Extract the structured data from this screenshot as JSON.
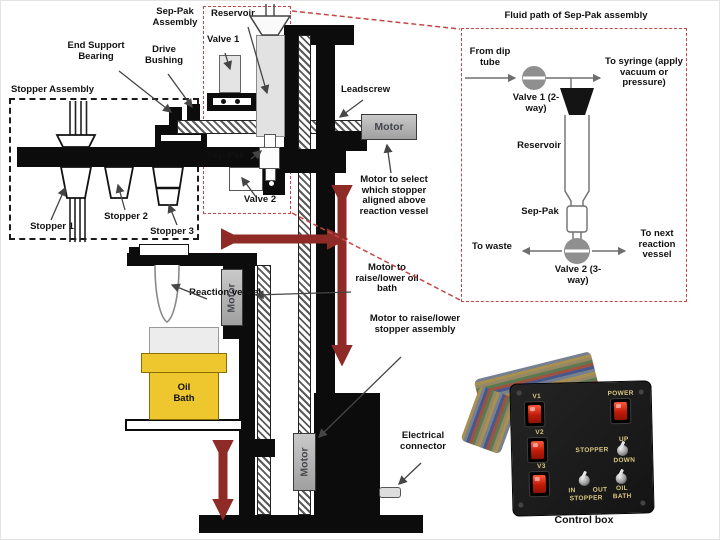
{
  "main": {
    "labels": {
      "stopper_assembly": "Stopper Assembly",
      "end_support_bearing": "End Support Bearing",
      "drive_bushing": "Drive Bushing",
      "sep_pak_assembly": "Sep-Pak Assembly",
      "reservoir": "Reservoir",
      "valve_1": "Valve 1",
      "sep_pak": "Sep-Pak",
      "valve_2": "Valve 2",
      "leadscrew": "Leadscrew",
      "motor": "Motor",
      "motor_select": "Motor to select which stopper aligned above reaction vessel",
      "motor_oil_bath": "Motor to raise/lower oil bath",
      "motor_stopper": "Motor to raise/lower stopper assembly",
      "electrical_connector": "Electrical connector",
      "reaction_vessel": "Reaction vessel",
      "oil_bath": "Oil Bath",
      "stopper_1": "Stopper 1",
      "stopper_2": "Stopper 2",
      "stopper_3": "Stopper 3"
    }
  },
  "inset": {
    "title": "Fluid path of Sep-Pak assembly",
    "labels": {
      "from_dip_tube": "From dip tube",
      "valve_1": "Valve 1 (2-way)",
      "to_syringe": "To syringe (apply vacuum or pressure)",
      "reservoir": "Reservoir",
      "sep_pak": "Sep-Pak",
      "to_waste": "To waste",
      "to_next_reaction_vessel": "To next reaction vessel",
      "valve_2": "Valve 2 (3-way)"
    }
  },
  "control_box": {
    "caption": "Control box",
    "switch_labels": [
      "V1",
      "V2",
      "V3"
    ],
    "power_label": "POWER",
    "stopper_toggle": {
      "label": "STOPPER",
      "up": "UP",
      "down": "DOWN"
    },
    "bottom_toggles": {
      "in": "IN",
      "out": "OUT",
      "stopper": "STOPPER",
      "oil": "OIL",
      "bath": "BATH"
    }
  },
  "colors": {
    "dashed_red": "#c24848",
    "arrow_maroon": "#8e2b26",
    "oil_bath_yellow": "#eec62d",
    "motor_gray": "#b5b5b5",
    "switch_red": "#d03018",
    "structure_black": "#0c0c0c"
  }
}
